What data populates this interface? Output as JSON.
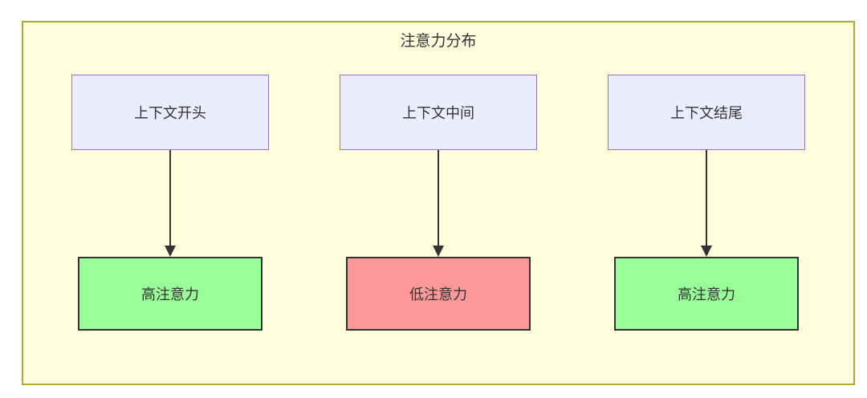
{
  "diagram": {
    "title": "注意力分布",
    "colors": {
      "frame_bg": "#ffffde",
      "frame_border": "#aaaa33",
      "node_fill": "#ececff",
      "node_border": "#9370db",
      "high_fill": "#99ff99",
      "low_fill": "#ff9999",
      "emph_border": "#333333",
      "arrow": "#333333",
      "text": "#333333"
    },
    "columns": [
      {
        "source": "上下文开头",
        "target": "高注意力",
        "level": "high"
      },
      {
        "source": "上下文中间",
        "target": "低注意力",
        "level": "low"
      },
      {
        "source": "上下文结尾",
        "target": "高注意力",
        "level": "high"
      }
    ]
  }
}
